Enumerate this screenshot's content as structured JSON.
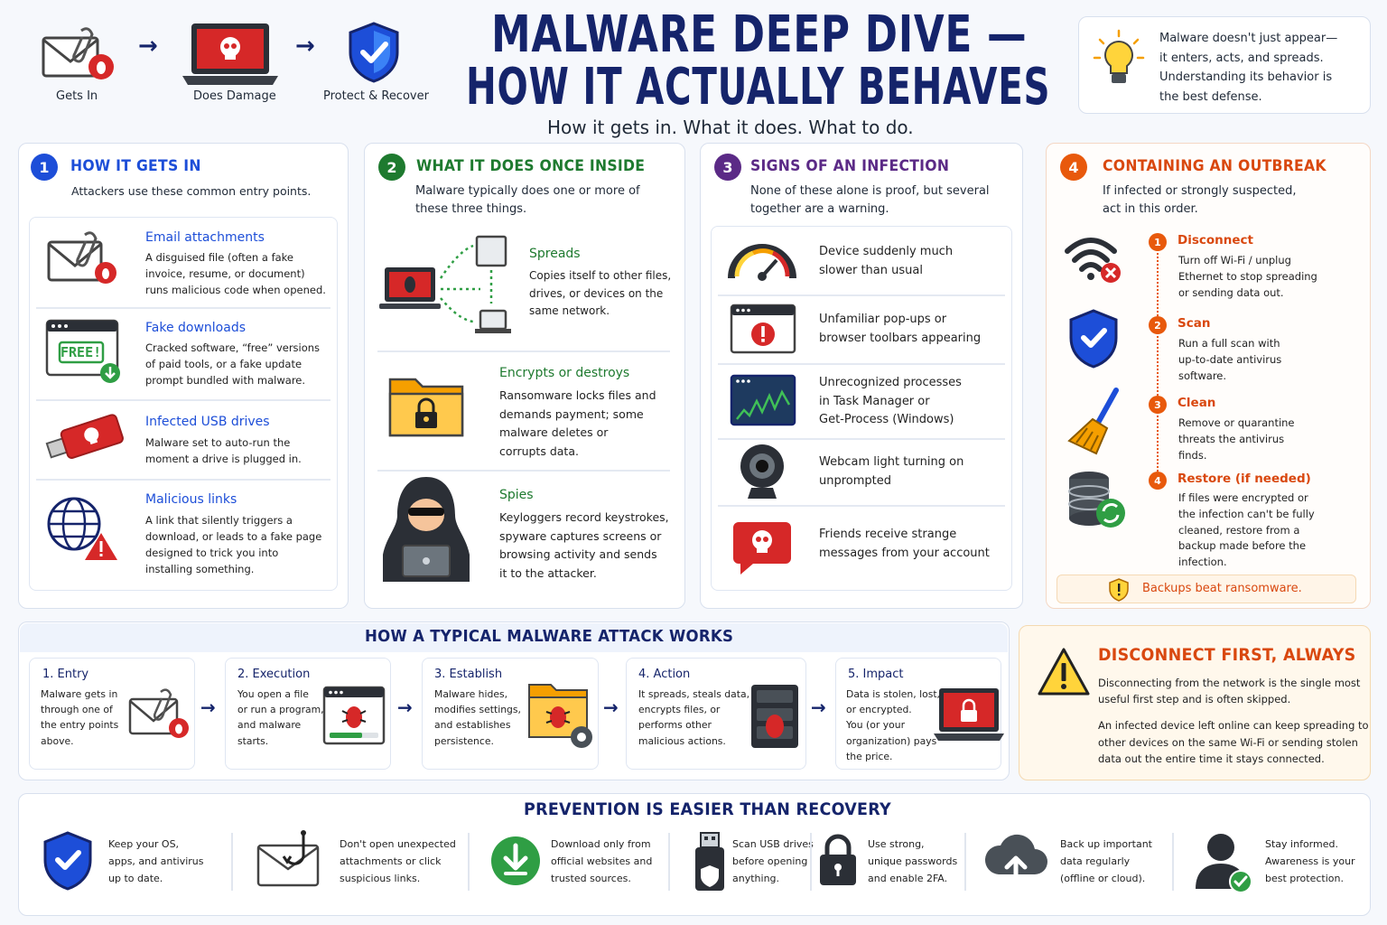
{
  "header": {
    "flow": [
      "Gets In",
      "Does Damage",
      "Protect & Recover"
    ],
    "title_line1": "MALWARE DEEP DIVE —",
    "title_line2": "HOW IT ACTUALLY BEHAVES",
    "subtitle": "How it gets in. What it does. What to do.",
    "tip": [
      "Malware doesn't just appear—",
      "it enters, acts, and spreads.",
      "Understanding its behavior is",
      "the best defense."
    ]
  },
  "sections": {
    "s1": {
      "number": "1",
      "title": "HOW IT GETS IN",
      "subtitle": "Attackers use these common entry points.",
      "items": [
        {
          "title": "Email attachments",
          "desc": [
            "A disguised file (often a fake",
            "invoice, resume, or document)",
            "runs malicious code when opened."
          ]
        },
        {
          "title": "Fake downloads",
          "desc": [
            "Cracked software, “free” versions",
            "of paid tools, or a fake update",
            "prompt bundled with malware."
          ],
          "badge": "FREE!"
        },
        {
          "title": "Infected USB drives",
          "desc": [
            "Malware set to auto-run the",
            "moment a drive is plugged in."
          ]
        },
        {
          "title": "Malicious links",
          "desc": [
            "A link that silently triggers a",
            "download, or leads to a fake page",
            "designed to trick you into",
            "installing something."
          ]
        }
      ]
    },
    "s2": {
      "number": "2",
      "title": "WHAT IT DOES ONCE INSIDE",
      "subtitle": [
        "Malware typically does one or more of",
        "these three things."
      ],
      "items": [
        {
          "title": "Spreads",
          "desc": [
            "Copies itself to other files,",
            "drives, or devices on the",
            "same network."
          ]
        },
        {
          "title": "Encrypts or destroys",
          "desc": [
            "Ransomware locks files and",
            "demands payment; some",
            "malware deletes or",
            "corrupts data."
          ]
        },
        {
          "title": "Spies",
          "desc": [
            "Keyloggers record keystrokes,",
            "spyware captures screens or",
            "browsing activity and sends",
            "it to the attacker."
          ]
        }
      ]
    },
    "s3": {
      "number": "3",
      "title": "SIGNS OF AN INFECTION",
      "subtitle": [
        "None of these alone is proof, but several",
        "together are a warning."
      ],
      "items": [
        [
          "Device suddenly much",
          "slower than usual"
        ],
        [
          "Unfamiliar pop-ups or",
          "browser toolbars appearing"
        ],
        [
          "Unrecognized processes",
          "in Task Manager or",
          "Get-Process (Windows)"
        ],
        [
          "Webcam light turning on",
          "unprompted"
        ],
        [
          "Friends receive strange",
          "messages from your account"
        ]
      ]
    },
    "s4": {
      "number": "4",
      "title": "CONTAINING AN OUTBREAK",
      "subtitle": [
        "If infected or strongly suspected,",
        "act in this order."
      ],
      "steps": [
        {
          "n": "1",
          "title": "Disconnect",
          "desc": [
            "Turn off Wi-Fi / unplug",
            "Ethernet to stop spreading",
            "or sending data out."
          ]
        },
        {
          "n": "2",
          "title": "Scan",
          "desc": [
            "Run a full scan with",
            "up-to-date antivirus",
            "software."
          ]
        },
        {
          "n": "3",
          "title": "Clean",
          "desc": [
            "Remove or quarantine",
            "threats the antivirus",
            "finds."
          ]
        },
        {
          "n": "4",
          "title": "Restore (if needed)",
          "desc": [
            "If files were encrypted or",
            "the infection can't be fully",
            "cleaned, restore from a",
            "backup made before the",
            "infection."
          ]
        }
      ],
      "banner": "Backups beat ransomware."
    }
  },
  "attack": {
    "title": "HOW A TYPICAL MALWARE ATTACK WORKS",
    "steps": [
      {
        "title": "1. Entry",
        "desc": [
          "Malware gets in",
          "through one of",
          "the entry points",
          "above."
        ]
      },
      {
        "title": "2. Execution",
        "desc": [
          "You open a file",
          "or run a program,",
          "and malware",
          "starts."
        ]
      },
      {
        "title": "3. Establish",
        "desc": [
          "Malware hides,",
          "modifies settings,",
          "and establishes",
          "persistence."
        ]
      },
      {
        "title": "4. Action",
        "desc": [
          "It spreads, steals data,",
          "encrypts files, or",
          "performs other",
          "malicious actions."
        ]
      },
      {
        "title": "5. Impact",
        "desc": [
          "Data is stolen, lost,",
          "or encrypted.",
          "You (or your",
          "organization) pays",
          "the price."
        ]
      }
    ]
  },
  "disconnect": {
    "title": "DISCONNECT FIRST, ALWAYS",
    "p1": [
      "Disconnecting from the network is the single most",
      "useful first step and is often skipped."
    ],
    "p2": [
      "An infected device left online can keep spreading to",
      "other devices on the same Wi-Fi or sending stolen",
      "data out the entire time it stays connected."
    ]
  },
  "prevention": {
    "title": "PREVENTION IS EASIER THAN RECOVERY",
    "items": [
      [
        "Keep your OS,",
        "apps, and antivirus",
        "up to date."
      ],
      [
        "Don't open unexpected",
        "attachments or click",
        "suspicious links."
      ],
      [
        "Download only from",
        "official websites and",
        "trusted sources."
      ],
      [
        "Scan USB drives",
        "before opening",
        "anything."
      ],
      [
        "Use strong,",
        "unique passwords",
        "and enable 2FA."
      ],
      [
        "Back up important",
        "data regularly",
        "(offline or cloud)."
      ],
      [
        "Stay informed.",
        "Awareness is your",
        "best protection."
      ]
    ]
  },
  "colors": {
    "navy": "#15246b",
    "blue": "#1d4ed8",
    "green": "#1e7a2f",
    "purple": "#5b2a86",
    "orange": "#d9480f",
    "red": "#d62828"
  }
}
